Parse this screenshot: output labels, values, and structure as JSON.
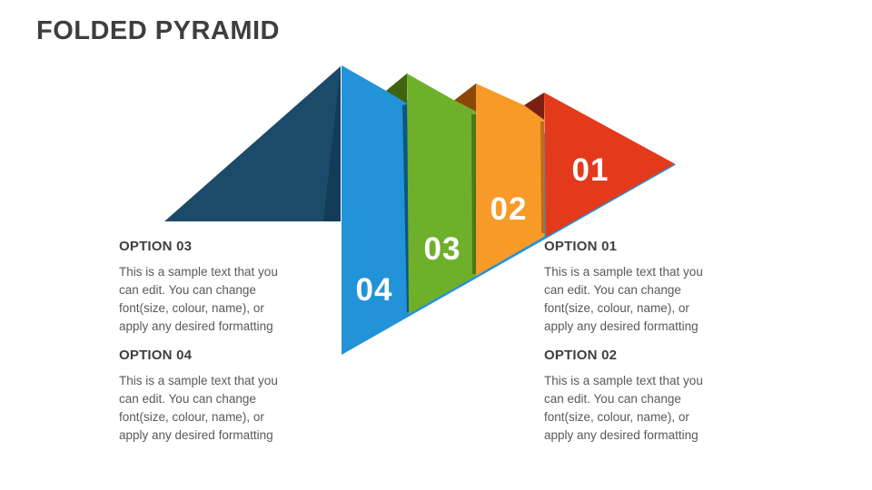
{
  "slide": {
    "title": "FOLDED PYRAMID",
    "background_color": "#ffffff",
    "title_color": "#3e3e3e",
    "heading_color": "#3f3f3f",
    "body_color": "#595959"
  },
  "pyramid": {
    "back_face_color": "#1b4b69",
    "back_fold_color": "#123c57",
    "segments": [
      {
        "number": "01",
        "color": "#e43a1c",
        "fold_shadow_color": "#7a2013",
        "number_color": "#ffffff"
      },
      {
        "number": "02",
        "color": "#f79a28",
        "fold_shadow_color": "#8b4708",
        "edge_color": "#ba6e1e",
        "number_color": "#ffffff"
      },
      {
        "number": "03",
        "color": "#6fb02b",
        "fold_shadow_color": "#406310",
        "edge_color": "#4a771b",
        "number_color": "#ffffff"
      },
      {
        "number": "04",
        "color": "#2293d8",
        "fold_shadow_color": "#123c57",
        "edge_color": "#0f5580",
        "number_color": "#ffffff"
      }
    ]
  },
  "options": [
    {
      "heading": "OPTION 01",
      "lines": [
        "This is a sample text that you",
        "can edit. You can change",
        "font(size, colour, name), or",
        "apply any desired formatting"
      ]
    },
    {
      "heading": "OPTION 02",
      "lines": [
        "This is a sample text that you",
        "can edit. You can change",
        "font(size, colour, name), or",
        "apply any desired formatting"
      ]
    },
    {
      "heading": "OPTION 03",
      "lines": [
        "This is a sample text that you",
        "can edit. You can change",
        "font(size, colour, name), or",
        "apply any desired formatting"
      ]
    },
    {
      "heading": "OPTION 04",
      "lines": [
        "This is a sample text that you",
        "can edit. You can change",
        "font(size, colour, name), or",
        "apply any desired formatting"
      ]
    }
  ]
}
